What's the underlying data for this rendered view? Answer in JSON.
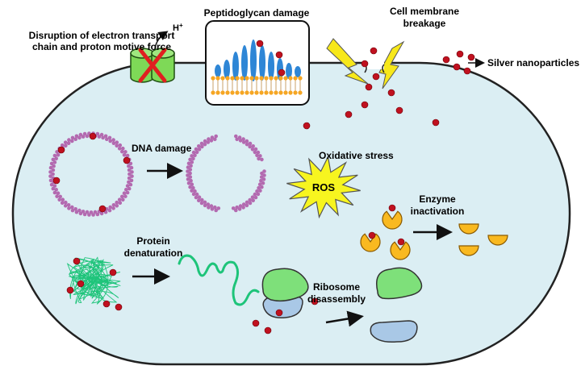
{
  "labels": {
    "peptidoglycan": "Peptidoglycan damage",
    "etc_line1": "Disruption of electron transport",
    "etc_line2": "chain and proton motive force",
    "proton": "H",
    "proton_sup": "+",
    "membrane_line1": "Cell membrane",
    "membrane_line2": "breakage",
    "silver": "Silver nanoparticles",
    "dna": "DNA damage",
    "oxidative": "Oxidative stress",
    "ros": "ROS",
    "enzyme_line1": "Enzyme",
    "enzyme_line2": "inactivation",
    "protein_line1": "Protein",
    "protein_line2": "denaturation",
    "ribosome_line1": "Ribosome",
    "ribosome_line2": "disassembly"
  },
  "colors": {
    "cell_fill": "#dbeef3",
    "cell_stroke": "#222222",
    "nanoparticle": "#c0111f",
    "channel": "#7ed957",
    "cross": "#e02020",
    "pg_strands": "#2e86d6",
    "lipid_head": "#f5a623",
    "lightning": "#f7e81a",
    "ros_star": "#f7f51f",
    "enzyme": "#f9b920",
    "protein": "#1ec47a",
    "ribosome_large": "#7ee07a",
    "ribosome_small": "#a9c8e6",
    "dna": "#b36ab0"
  }
}
